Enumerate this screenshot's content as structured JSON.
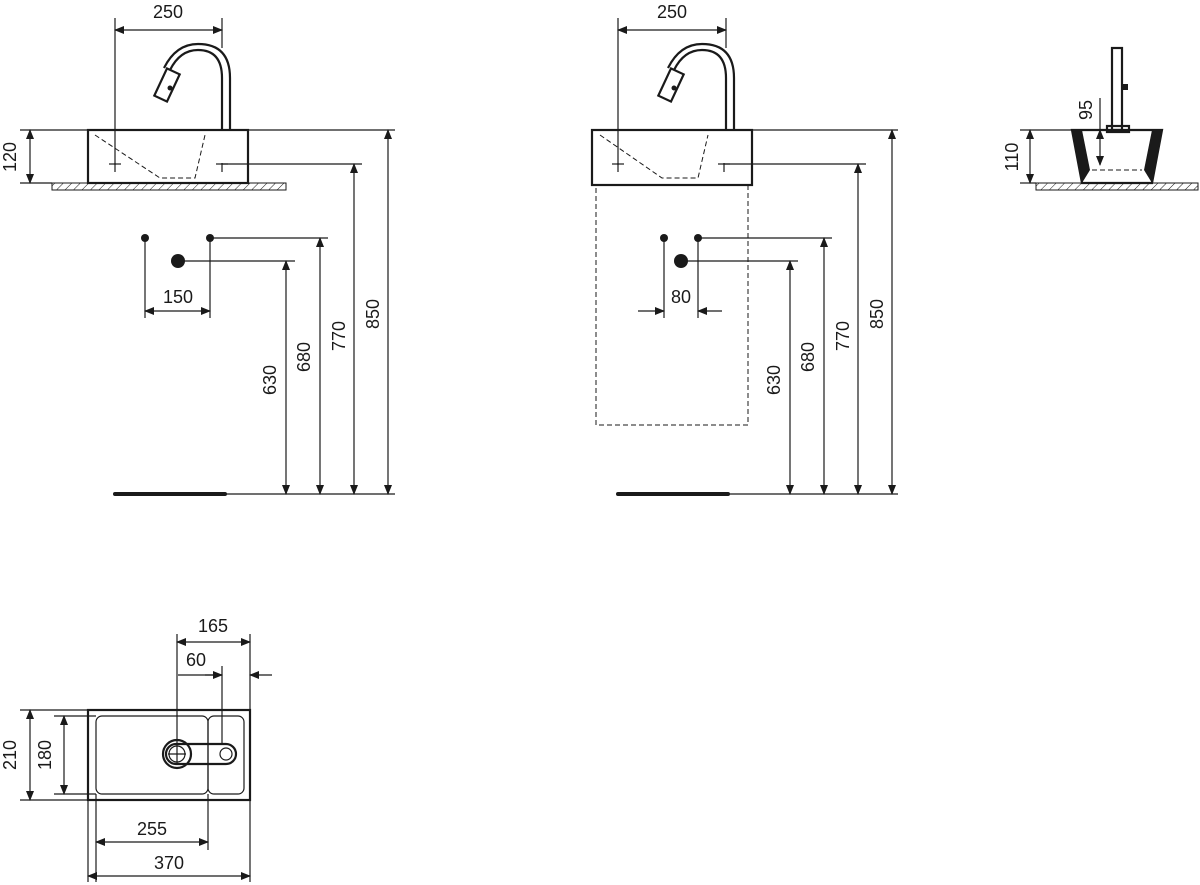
{
  "drawing": {
    "view_front_left": {
      "tap_spacing": "250",
      "basin_height": "120",
      "inlet_spacing": "150",
      "waste_height": "630",
      "inlet_height": "680",
      "tap_hole_height": "770",
      "rim_height": "850"
    },
    "view_front_right": {
      "tap_spacing": "250",
      "inlet_spacing": "80",
      "waste_height": "630",
      "inlet_height": "680",
      "tap_hole_height": "770",
      "rim_height": "850"
    },
    "view_side": {
      "tap_projection": "95",
      "basin_height": "110"
    },
    "view_top": {
      "tap_offset": "165",
      "tap_hole_offset": "60",
      "outer_depth": "210",
      "inner_depth": "180",
      "bowl_width": "255",
      "overall_width": "370"
    }
  }
}
